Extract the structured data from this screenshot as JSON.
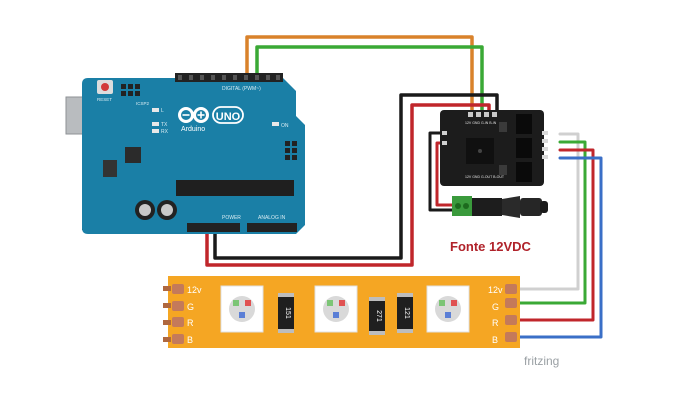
{
  "arduino": {
    "brand": "Arduino",
    "model": "UNO",
    "on_label": "ON",
    "tx_label": "TX",
    "rx_label": "RX",
    "l_label": "L",
    "reset_label": "RESET",
    "icsp_label": "ICSP2",
    "digital_label": "DIGITAL (PWM~)",
    "power_label": "POWER",
    "analog_label": "ANALOG IN"
  },
  "driver": {
    "pin_labels_top": "12V GND G-IN B-IN",
    "pin_labels_bottom": "12V GND G-OUT B-OUT"
  },
  "power_supply_label": "Fonte 12VDC",
  "led_strip": {
    "left_labels": [
      "12v",
      "G",
      "R",
      "B"
    ],
    "right_labels": [
      "12v",
      "G",
      "R",
      "B"
    ],
    "resistors": [
      "151",
      "271",
      "121"
    ]
  },
  "watermark": "fritzing",
  "colors": {
    "arduino_board": "#1a7fa6",
    "strip": "#f5a623",
    "wire_orange": "#d9822b",
    "wire_green": "#3aa935",
    "wire_black": "#1a1a1a",
    "wire_red": "#c0262b",
    "wire_blue": "#3a6fc7",
    "wire_white": "#e8e8e8"
  }
}
